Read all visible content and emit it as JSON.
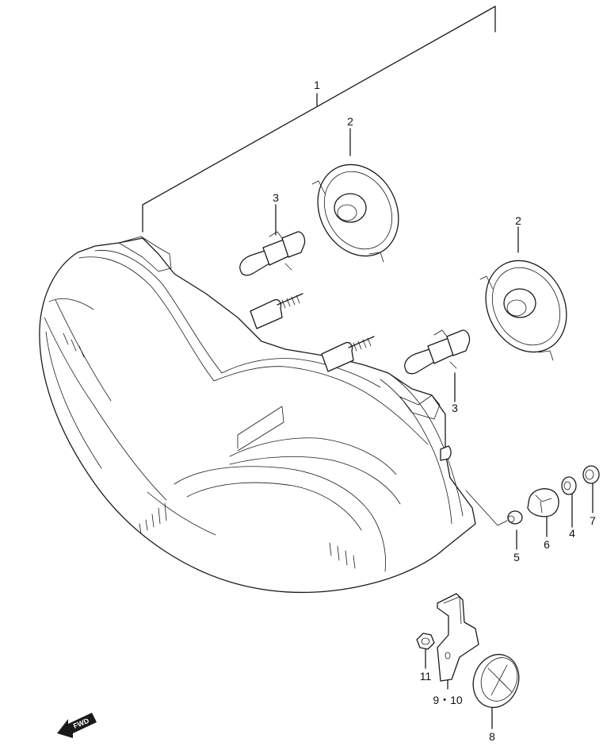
{
  "callouts": [
    {
      "id": "1",
      "text": "1"
    },
    {
      "id": "2a",
      "text": "2"
    },
    {
      "id": "2b",
      "text": "2"
    },
    {
      "id": "3a",
      "text": "3"
    },
    {
      "id": "3b",
      "text": "3"
    },
    {
      "id": "4",
      "text": "4"
    },
    {
      "id": "5",
      "text": "5"
    },
    {
      "id": "6",
      "text": "6"
    },
    {
      "id": "7",
      "text": "7"
    },
    {
      "id": "8",
      "text": "8"
    },
    {
      "id": "9_10",
      "text": "9・10"
    },
    {
      "id": "11",
      "text": "11"
    }
  ],
  "fwd_badge": {
    "text": "FWD",
    "icon": "fwd-arrow-icon"
  }
}
